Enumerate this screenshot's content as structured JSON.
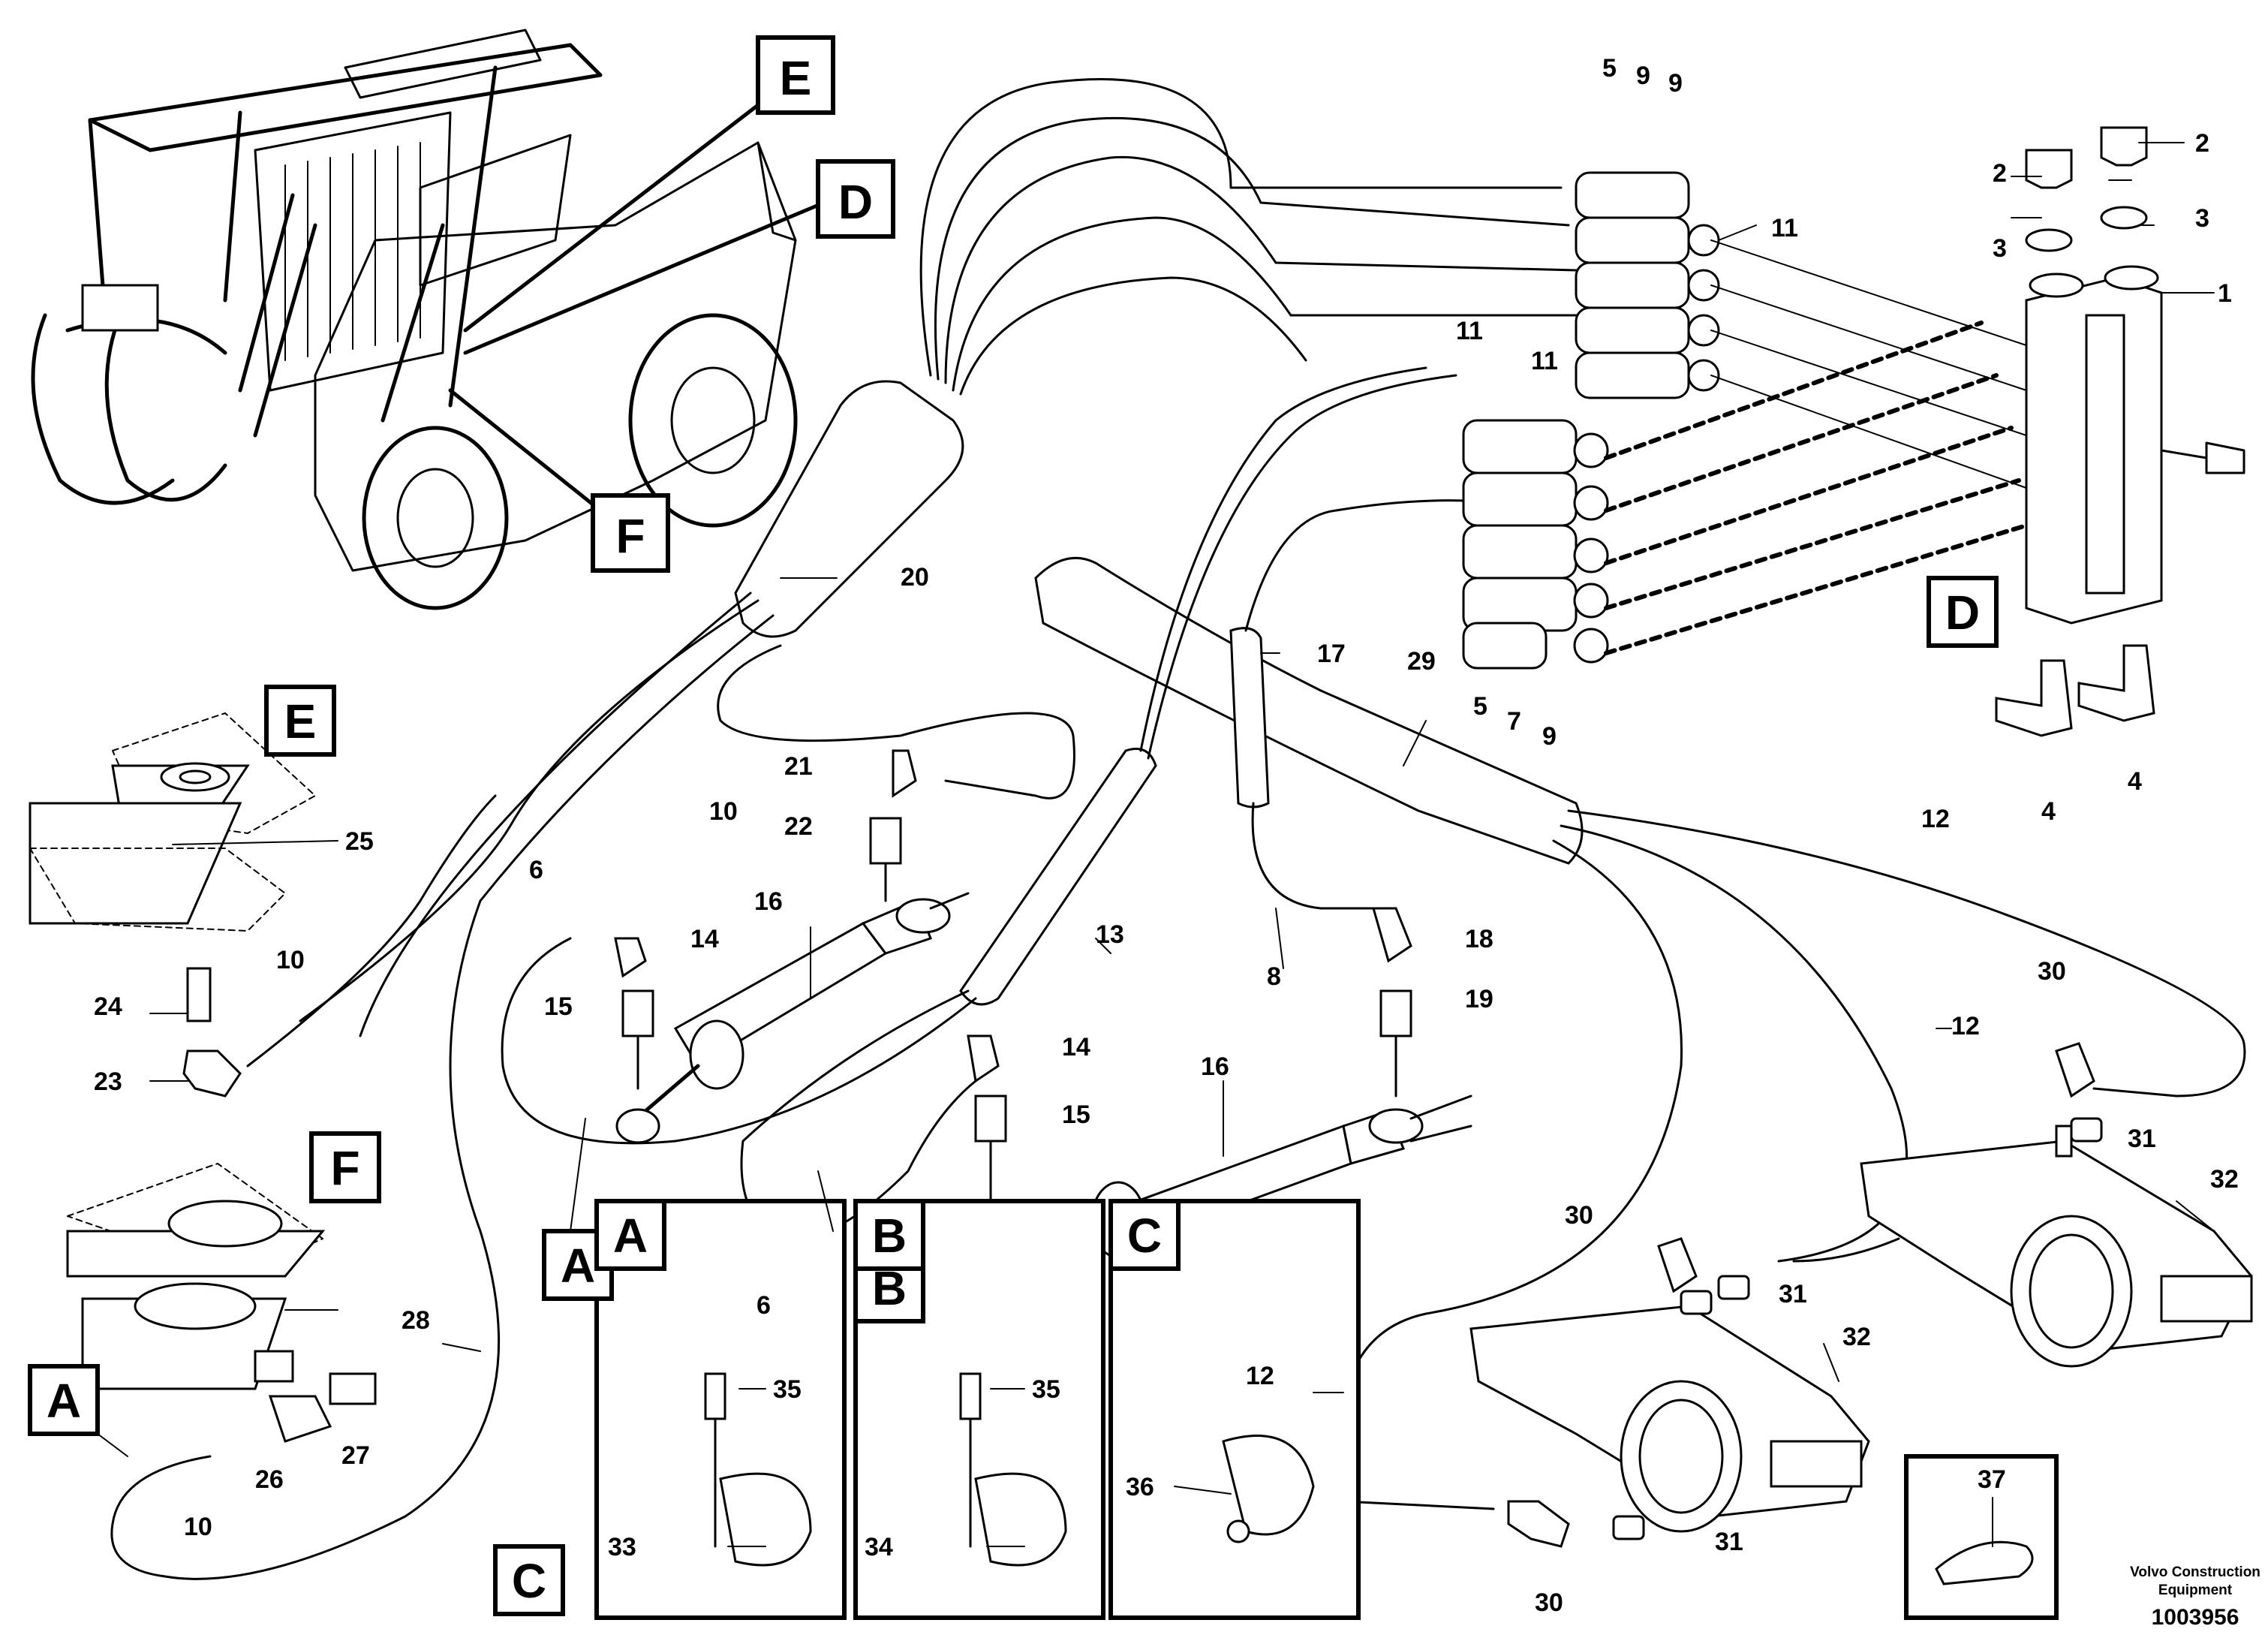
{
  "letters": {
    "E": "E",
    "D": "D",
    "F": "F",
    "A": "A",
    "B": "B",
    "C": "C"
  },
  "parts": {
    "p1": "1",
    "p2": "2",
    "p3": "3",
    "p4": "4",
    "p5": "5",
    "p6": "6",
    "p7": "7",
    "p8": "8",
    "p9": "9",
    "p10": "10",
    "p11": "11",
    "p12": "12",
    "p13": "13",
    "p14": "14",
    "p15": "15",
    "p16": "16",
    "p17": "17",
    "p18": "18",
    "p19": "19",
    "p20": "20",
    "p21": "21",
    "p22": "22",
    "p23": "23",
    "p24": "24",
    "p25": "25",
    "p26": "26",
    "p27": "27",
    "p28": "28",
    "p29": "29",
    "p30": "30",
    "p31": "31",
    "p32": "32",
    "p33": "33",
    "p34": "34",
    "p35": "35",
    "p36": "36",
    "p37": "37"
  },
  "footer": {
    "company_line1": "Volvo Construction",
    "company_line2": "Equipment",
    "drawing_number": "1003956"
  }
}
